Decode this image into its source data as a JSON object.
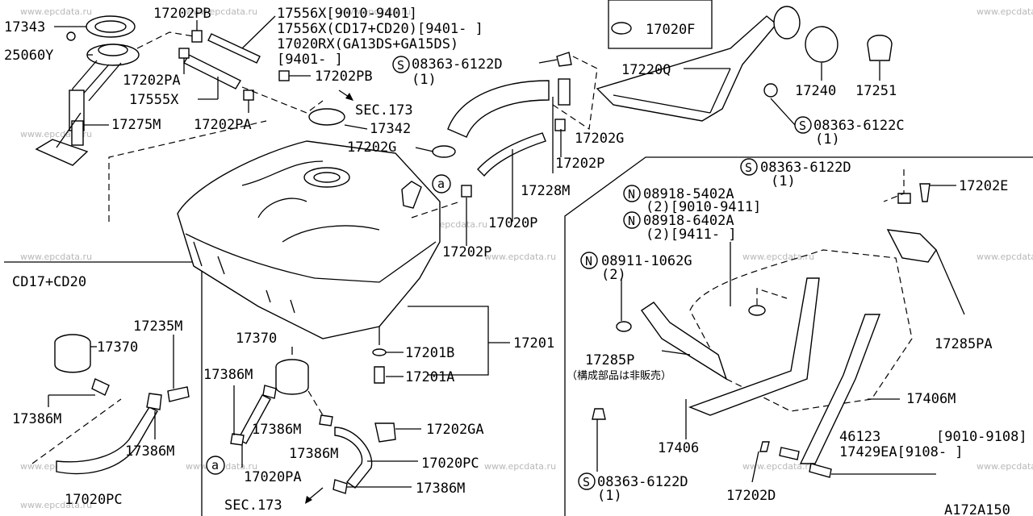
{
  "watermark": "www.epcdata.ru",
  "diagram_code": "A172A150",
  "labels": {
    "l17343": "17343",
    "l25060y": "25060Y",
    "l17202pb_a": "17202PB",
    "l17556x_a": "17556X[9010-9401]",
    "l17556x_b": "17556X(CD17+CD20)[9401-    ]",
    "l17020rx": "17020RX(GA13DS+GA15DS)",
    "l17020rx_b": "[9401-    ]",
    "l17202pa_a": "17202PA",
    "l17555x": "17555X",
    "l17202pb_b": "17202PB",
    "l17275m": "17275M",
    "l17202pa_b": "17202PA",
    "lsec173_a": "SEC.173",
    "l17342": "17342",
    "l17202g_a": "17202G",
    "l08363_a": "08363-6122D",
    "l08363_a_q": "(1)",
    "l17020f": "17020F",
    "l17220q": "17220Q",
    "l17240": "17240",
    "l17251": "17251",
    "l08363_c": "08363-6122C",
    "l08363_c_q": "(1)",
    "l17202g_b": "17202G",
    "l17202p_a": "17202P",
    "l17228m": "17228M",
    "l17020p": "17020P",
    "l17202p_b": "17202P",
    "l17201": "17201",
    "l17201b": "17201B",
    "l17201a": "17201A",
    "l08363_d_top": "08363-6122D",
    "l08363_d_top_q": "(1)",
    "l17202e": "17202E",
    "l08918_5402a": "08918-5402A",
    "l08918_5402a_q": "(2)[9010-9411]",
    "l08918_6402a": "08918-6402A",
    "l08918_6402a_q": "(2)[9411-    ]",
    "l08911": "08911-1062G",
    "l08911_q": "(2)",
    "l17285p": "17285P",
    "l17285p_note": "（構成部品は非販売）",
    "l17285pa": "17285PA",
    "l17406m": "17406M",
    "l17406": "17406",
    "l46123": "46123",
    "l46123_r": "[9010-9108]",
    "l17429ea": "17429EA[9108-    ]",
    "l08363_d_bot": "08363-6122D",
    "l08363_d_bot_q": "(1)",
    "l17202d": "17202D",
    "l_cd": "CD17+CD20",
    "l17235m": "17235M",
    "l17370_a": "17370",
    "l17386m_a": "17386M",
    "l17386m_b": "17386M",
    "l17020pc_a": "17020PC",
    "l17370_b": "17370",
    "l17386m_c": "17386M",
    "l17386m_d": "17386M",
    "l17386m_e": "17386M",
    "l17020pa": "17020PA",
    "l17202ga": "17202GA",
    "l17020pc_b": "17020PC",
    "l17386m_f": "17386M",
    "lsec173_b": "SEC.173"
  },
  "markers": {
    "s": "S",
    "n": "N",
    "a": "a"
  }
}
